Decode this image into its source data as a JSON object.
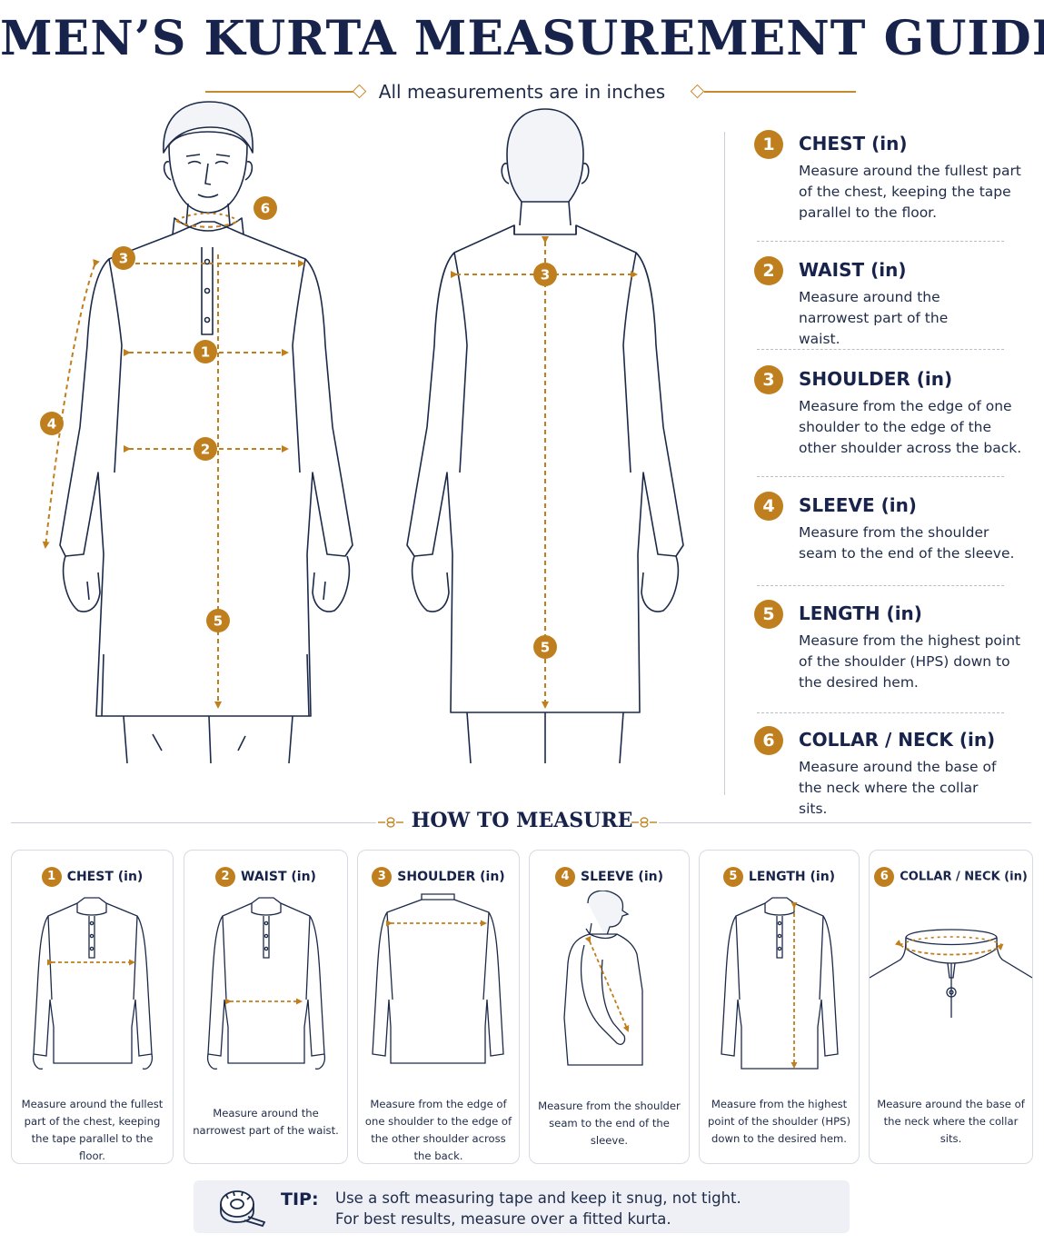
{
  "title": "MEN’S KURTA MEASUREMENT GUIDE",
  "subtitle": "All measurements are in inches",
  "colors": {
    "accent": "#c07f1e",
    "navy": "#17234a",
    "line": "#1c2a4a"
  },
  "measurements": [
    {
      "num": "1",
      "label": "CHEST (in)",
      "desc": "Measure around the fullest part of the chest, keeping the tape parallel to the floor."
    },
    {
      "num": "2",
      "label": "WAIST (in)",
      "desc": "Measure around the narrowest part of the waist."
    },
    {
      "num": "3",
      "label": "SHOULDER (in)",
      "desc": "Measure from the edge of one shoulder to the edge of the other shoulder across the back."
    },
    {
      "num": "4",
      "label": "SLEEVE (in)",
      "desc": "Measure from the shoulder seam to the end of the sleeve."
    },
    {
      "num": "5",
      "label": "LENGTH (in)",
      "desc": "Measure from the highest point of the shoulder (HPS) down to the desired hem."
    },
    {
      "num": "6",
      "label": "COLLAR / NECK (in)",
      "desc": "Measure around the base of the neck where the collar sits."
    }
  ],
  "how_to_measure": {
    "title": "HOW TO MEASURE",
    "panels": [
      {
        "num": "1",
        "label": "CHEST (in)",
        "desc": "Measure around the fullest part of the chest, keeping the tape parallel to the floor."
      },
      {
        "num": "2",
        "label": "WAIST (in)",
        "desc": "Measure around the narrowest part of the waist."
      },
      {
        "num": "3",
        "label": "SHOULDER (in)",
        "desc": "Measure from the edge of one shoulder to the edge of the other shoulder across the back."
      },
      {
        "num": "4",
        "label": "SLEEVE (in)",
        "desc": "Measure from the shoulder seam to the end of the sleeve."
      },
      {
        "num": "5",
        "label": "LENGTH (in)",
        "desc": "Measure from the highest point of the shoulder (HPS) down to the desired hem."
      },
      {
        "num": "6",
        "label": "COLLAR / NECK (in)",
        "desc": "Measure around the base of the neck where the collar sits."
      }
    ]
  },
  "tip": {
    "label": "TIP:",
    "line1": "Use a soft measuring tape and keep it snug, not tight.",
    "line2": "For best results, measure over a fitted kurta."
  }
}
